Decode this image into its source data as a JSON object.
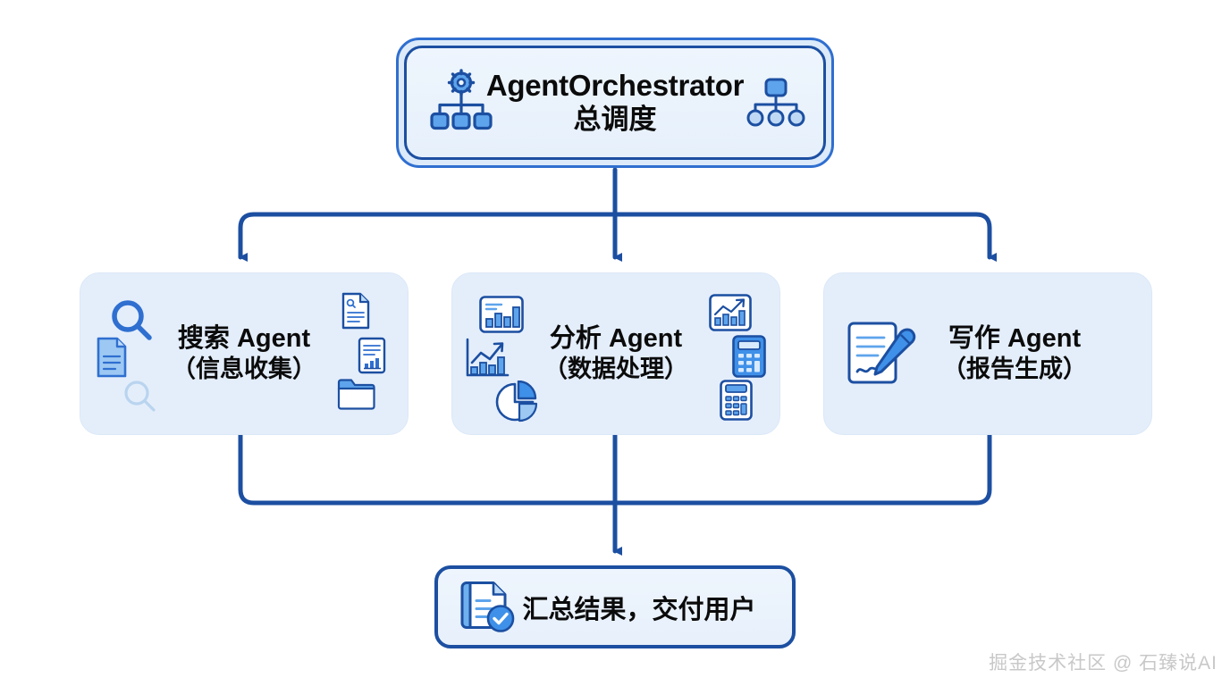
{
  "diagram": {
    "orchestrator": {
      "title_en": "AgentOrchestrator",
      "title_zh": "总调度",
      "icon_left": "gear-org-chart-icon",
      "icon_right": "hierarchy-tree-icon",
      "border_color": "#1c4fa1",
      "outer_border_color": "#2f6fd0",
      "fill_color": "#eef5fd"
    },
    "agents": [
      {
        "id": "search",
        "title": "搜索 Agent",
        "subtitle": "（信息收集）",
        "fill_color": "#e4eefb",
        "icons_left": [
          "magnifier-icon",
          "document-icon",
          "magnifier-outline-icon"
        ],
        "icons_right": [
          "document-search-icon",
          "document-chart-icon",
          "folder-icon"
        ]
      },
      {
        "id": "analyze",
        "title": "分析 Agent",
        "subtitle": "（数据处理）",
        "fill_color": "#e4eefb",
        "icons_left": [
          "bar-chart-panel-icon",
          "trend-chart-icon",
          "pie-chart-icon"
        ],
        "icons_right": [
          "trend-chart-panel-icon",
          "calculator-filled-icon",
          "calculator-outline-icon"
        ]
      },
      {
        "id": "write",
        "title": "写作 Agent",
        "subtitle": "（报告生成）",
        "fill_color": "#e4eefb",
        "icons_left": [
          "document-pen-icon"
        ],
        "icons_right": []
      }
    ],
    "summary": {
      "label": "汇总结果，交付用户",
      "icon": "document-check-icon",
      "border_color": "#1c4fa1"
    },
    "connector_color": "#1c4fa1",
    "watermark": "掘金技术社区 @ 石臻说AI"
  }
}
